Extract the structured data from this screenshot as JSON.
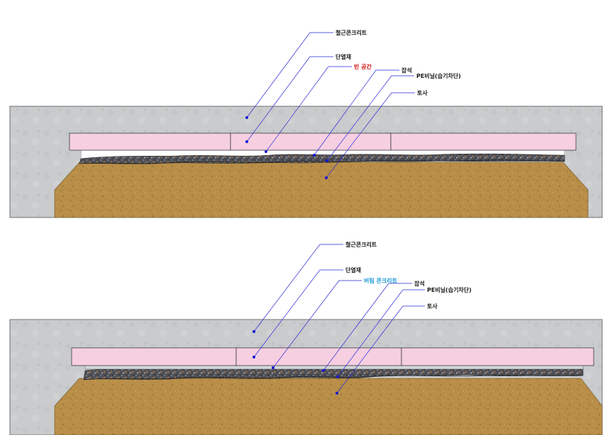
{
  "colors": {
    "concrete": "#c9cbcd",
    "concrete_edge": "#555555",
    "insulation": "#f6cfe1",
    "insulation_edge": "#3a3a3a",
    "gravel": "#4d4e55",
    "soil": "#b88e48",
    "leader": "#2a2ad8",
    "warning_text": "#d01010",
    "accent_text": "#1e9ad6"
  },
  "panels": [
    {
      "id": "empty-space",
      "labels": {
        "concrete": "철근콘크리트",
        "insulation": "단열재",
        "gap": "빈 공간",
        "gravel": "잡석",
        "pe_film": "PE비닐(습기차단)",
        "soil": "토사"
      }
    },
    {
      "id": "lean-concrete",
      "labels": {
        "concrete": "철근콘크리트",
        "insulation": "단열재",
        "gap": "버림 콘크리트",
        "gravel": "잡석",
        "pe_film": "PE비닐(습기차단)",
        "soil": "토사"
      }
    }
  ]
}
